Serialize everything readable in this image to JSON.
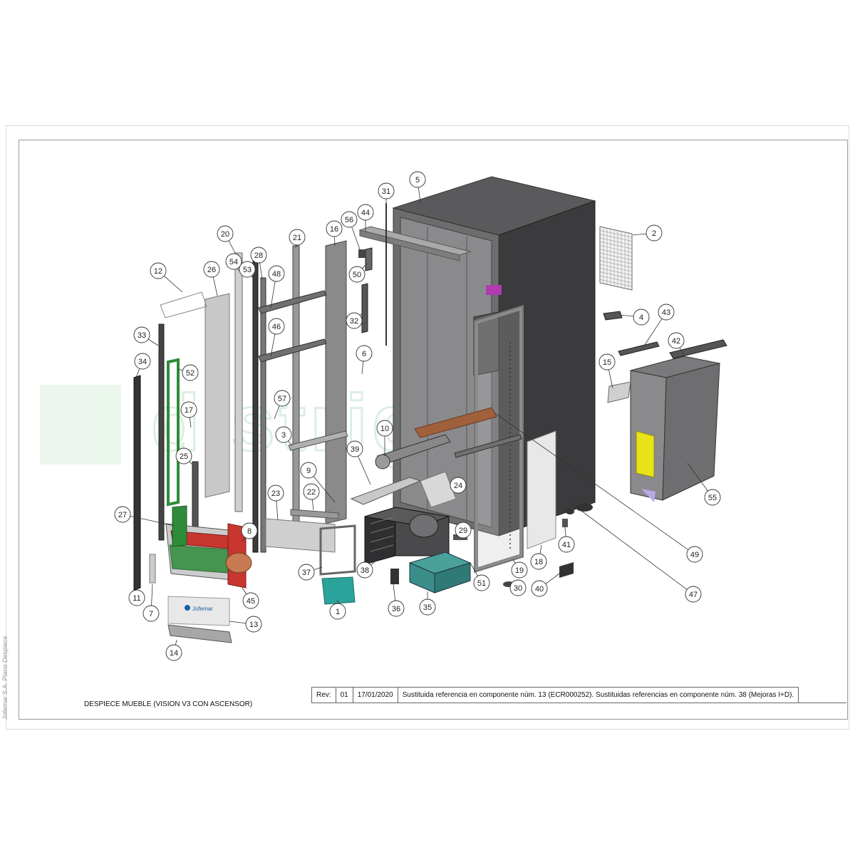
{
  "document": {
    "title": "DESPIECE MUEBLE (VISION V3 CON ASCENSOR)",
    "side_note": "Jofemar S.A. Plano Despiece",
    "revision": {
      "label": "Rev:",
      "number": "01",
      "date": "17/01/2020",
      "description": "Sustituida referencia en componente núm. 13 (ECR000252). Sustituidas referencias en componente núm. 38 (Mejoras I+D)."
    },
    "panel_logo_text": "Jofemar",
    "watermark_text": "distriguer"
  },
  "callouts": [
    {
      "id": "1"
    },
    {
      "id": "2"
    },
    {
      "id": "3"
    },
    {
      "id": "4"
    },
    {
      "id": "5"
    },
    {
      "id": "6"
    },
    {
      "id": "7"
    },
    {
      "id": "8"
    },
    {
      "id": "9"
    },
    {
      "id": "10"
    },
    {
      "id": "11"
    },
    {
      "id": "12"
    },
    {
      "id": "13"
    },
    {
      "id": "14"
    },
    {
      "id": "15"
    },
    {
      "id": "16"
    },
    {
      "id": "17"
    },
    {
      "id": "18"
    },
    {
      "id": "19"
    },
    {
      "id": "20"
    },
    {
      "id": "21"
    },
    {
      "id": "22"
    },
    {
      "id": "23"
    },
    {
      "id": "24"
    },
    {
      "id": "25"
    },
    {
      "id": "26"
    },
    {
      "id": "27"
    },
    {
      "id": "28"
    },
    {
      "id": "29"
    },
    {
      "id": "30"
    },
    {
      "id": "31"
    },
    {
      "id": "32"
    },
    {
      "id": "33"
    },
    {
      "id": "34"
    },
    {
      "id": "35"
    },
    {
      "id": "36"
    },
    {
      "id": "37"
    },
    {
      "id": "38"
    },
    {
      "id": "39"
    },
    {
      "id": "40"
    },
    {
      "id": "41"
    },
    {
      "id": "42"
    },
    {
      "id": "43"
    },
    {
      "id": "44"
    },
    {
      "id": "45"
    },
    {
      "id": "46"
    },
    {
      "id": "47"
    },
    {
      "id": "48"
    },
    {
      "id": "49"
    },
    {
      "id": "50"
    },
    {
      "id": "51"
    },
    {
      "id": "52"
    },
    {
      "id": "53"
    },
    {
      "id": "54"
    },
    {
      "id": "55"
    },
    {
      "id": "56"
    },
    {
      "id": "57"
    }
  ],
  "colors": {
    "cabinet": "#4a4a4c",
    "cabinet_dark": "#2f2f31",
    "steel": "#bdbdbd",
    "rail": "#6a6a6a",
    "accent_green": "#2e8b3a",
    "accent_red": "#c8362f",
    "accent_copper": "#a0603c",
    "accent_yellow": "#e9e21a",
    "accent_magenta": "#b03ab0",
    "accent_teal": "#3a8e8a",
    "filter_teal": "#2aa39a",
    "watermark": "#dcefe0"
  }
}
